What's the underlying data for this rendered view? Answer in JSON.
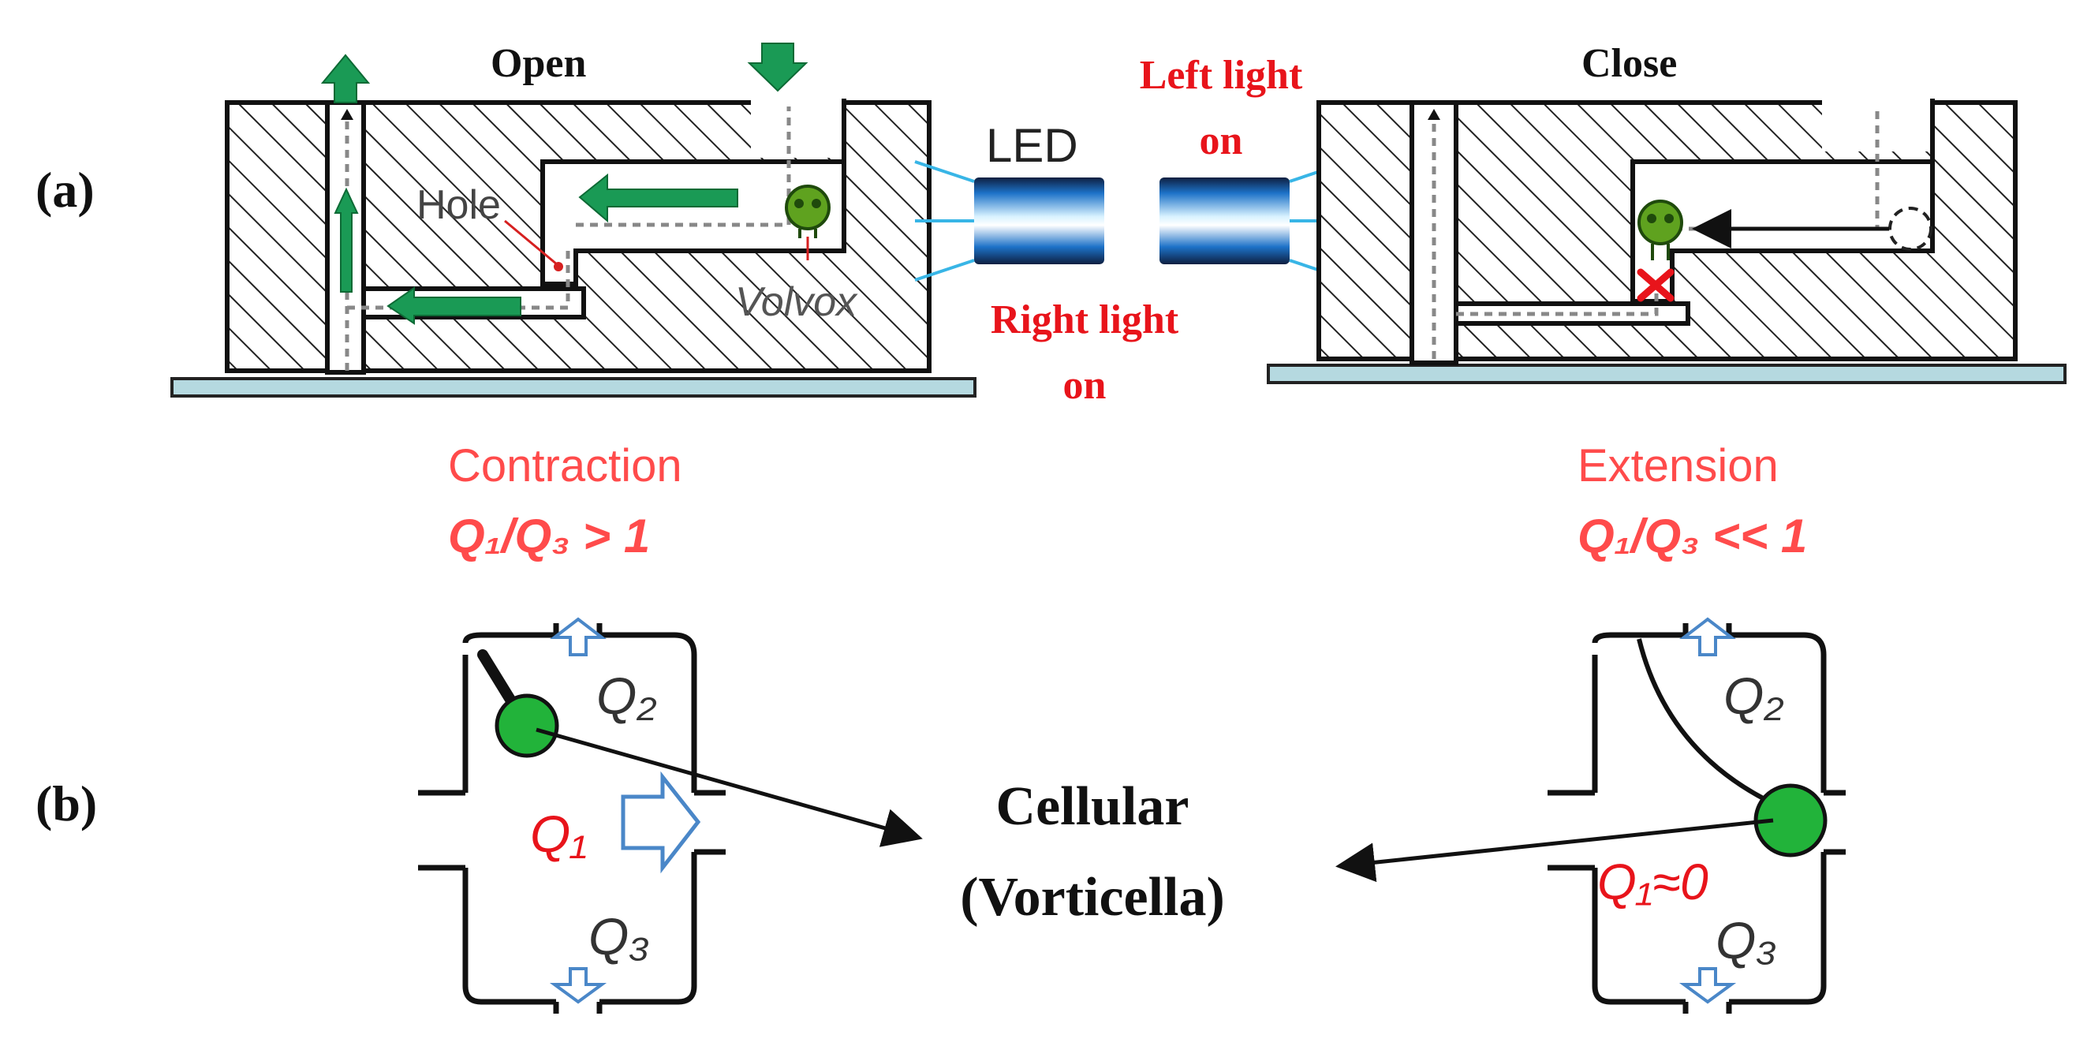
{
  "panel_a": {
    "label": "(a)",
    "open_title": "Open",
    "close_title": "Close",
    "led_label": "LED",
    "hole_label": "Hole",
    "volvox_label": "Volvox",
    "left_light_line1": "Left light",
    "left_light_line2": "on",
    "right_light_line1": "Right light",
    "right_light_line2": "on"
  },
  "panel_b": {
    "label": "(b)",
    "contraction_title": "Contraction",
    "contraction_ratio": "Q₁/Q₃ > 1",
    "extension_title": "Extension",
    "extension_ratio": "Q₁/Q₃ << 1",
    "q1": "Q₁",
    "q2": "Q₂",
    "q3": "Q₃",
    "q1_zero": "Q₁≈0",
    "cellular_line1": "Cellular",
    "cellular_line2": "(Vorticella)"
  },
  "colors": {
    "green_arrow": "#1a9a55",
    "organism_green": "#22b33a",
    "red_text": "#e8141b",
    "base_plate": "#b5d9e0",
    "flow_arrow_blue": "#4a87c8"
  }
}
